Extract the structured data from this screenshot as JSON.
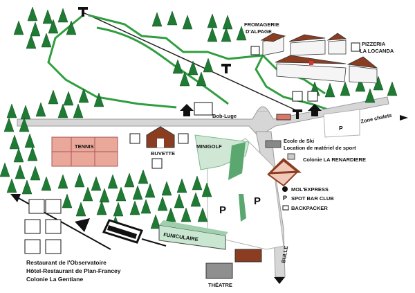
{
  "labels": {
    "fromagerie": [
      "FROMAGERIE",
      "D'ALPAGE"
    ],
    "pizzeria": [
      "PIZZERIA",
      "LA LOCANDA"
    ],
    "bob_luge": "Bob-Luge",
    "zone_chalets": "Zone chalets",
    "tennis": "TENNIS",
    "buvette": "BUVETTE",
    "minigolf": "MINIGOLF",
    "ecole_ski": [
      "Ecole de Ski",
      "Location de matériel de sport"
    ],
    "colonie_renardiere": "Colonie LA RENARDIERE",
    "mol_express": "MOL'EXPRESS",
    "spot_bar": "SPOT BAR CLUB",
    "backpacker": "BACKPACKER",
    "funiculaire": "FUNICULAIRE",
    "theatre": "THÉATRE",
    "bulle": "BULLE",
    "parking": "P",
    "bottom_left": [
      "Restaurant de l'Observatoire",
      "Hôtel-Restaurant de Plan-Francey",
      "Colonie La Gentiane"
    ]
  },
  "colors": {
    "forest": "#1f7a34",
    "forest_dark": "#0d4d1c",
    "trail": "#2f9e3f",
    "road": "#d6d6d6",
    "tennis": "#e9a89a",
    "minigolf": "#cfe7d4",
    "minigolf_dark": "#5aa86f",
    "chalet_roof": "#8b3d22",
    "theatre": "#8f8f8f",
    "ticket": "#d9786a",
    "funicular_station": "#c8e6d0"
  },
  "icons": [
    "ski-lift-icon",
    "sledge-icon",
    "restaurant-icon",
    "hiking-icon",
    "archery-icon",
    "info-icon",
    "parking-icon",
    "bed-icon",
    "cheese-icon",
    "bar-icon",
    "funicular-icon",
    "arrow-icon"
  ]
}
